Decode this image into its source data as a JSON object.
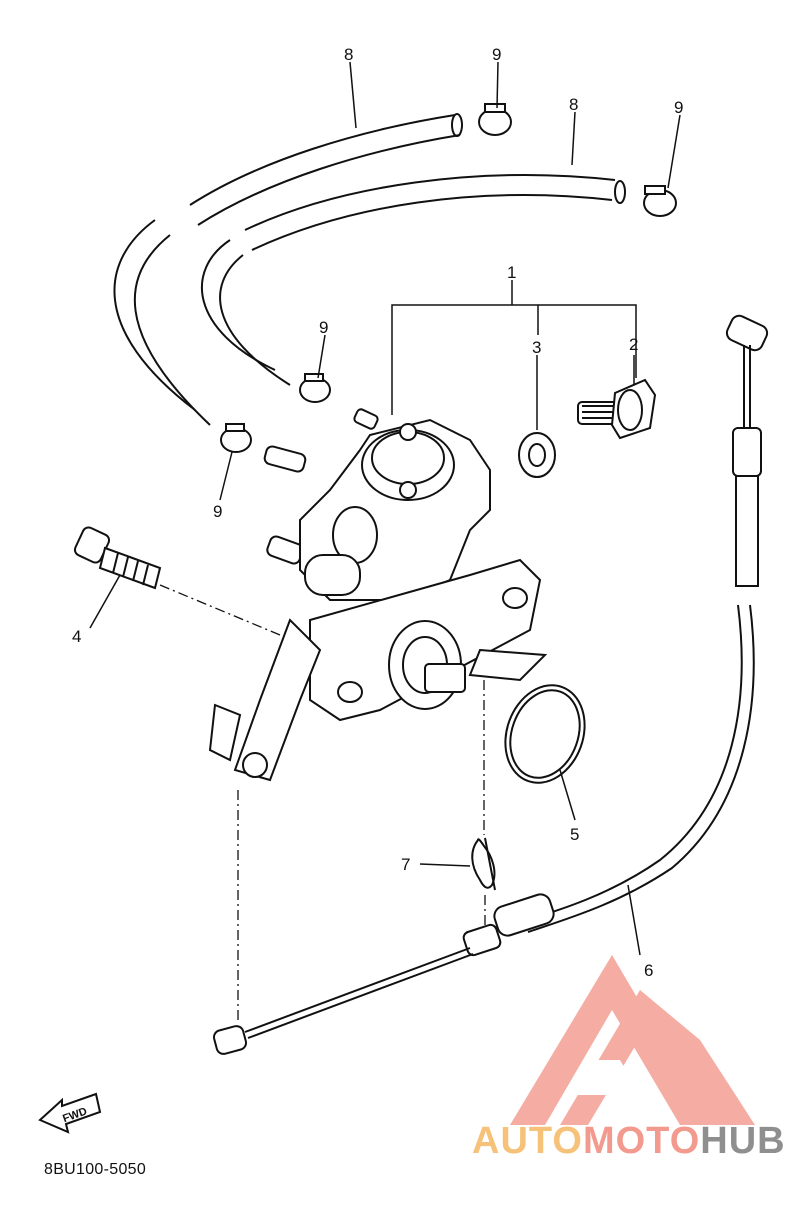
{
  "diagram": {
    "callouts": {
      "c1": "1",
      "c2": "2",
      "c3": "3",
      "c4": "4",
      "c5": "5",
      "c6": "6",
      "c7": "7",
      "c8a": "8",
      "c8b": "8",
      "c9a": "9",
      "c9b": "9",
      "c9c": "9",
      "c9d": "9"
    },
    "fwd_label": "FWD",
    "part_code": "8BU100-5050"
  },
  "watermark": {
    "text_part1": "AUTO",
    "text_part2": "MOTO",
    "text_part3": "HUB",
    "colors": {
      "auto": "#f6c27a",
      "moto": "#f39a8f",
      "hub": "#8f8f8f",
      "logo": "#f4a49a"
    }
  }
}
